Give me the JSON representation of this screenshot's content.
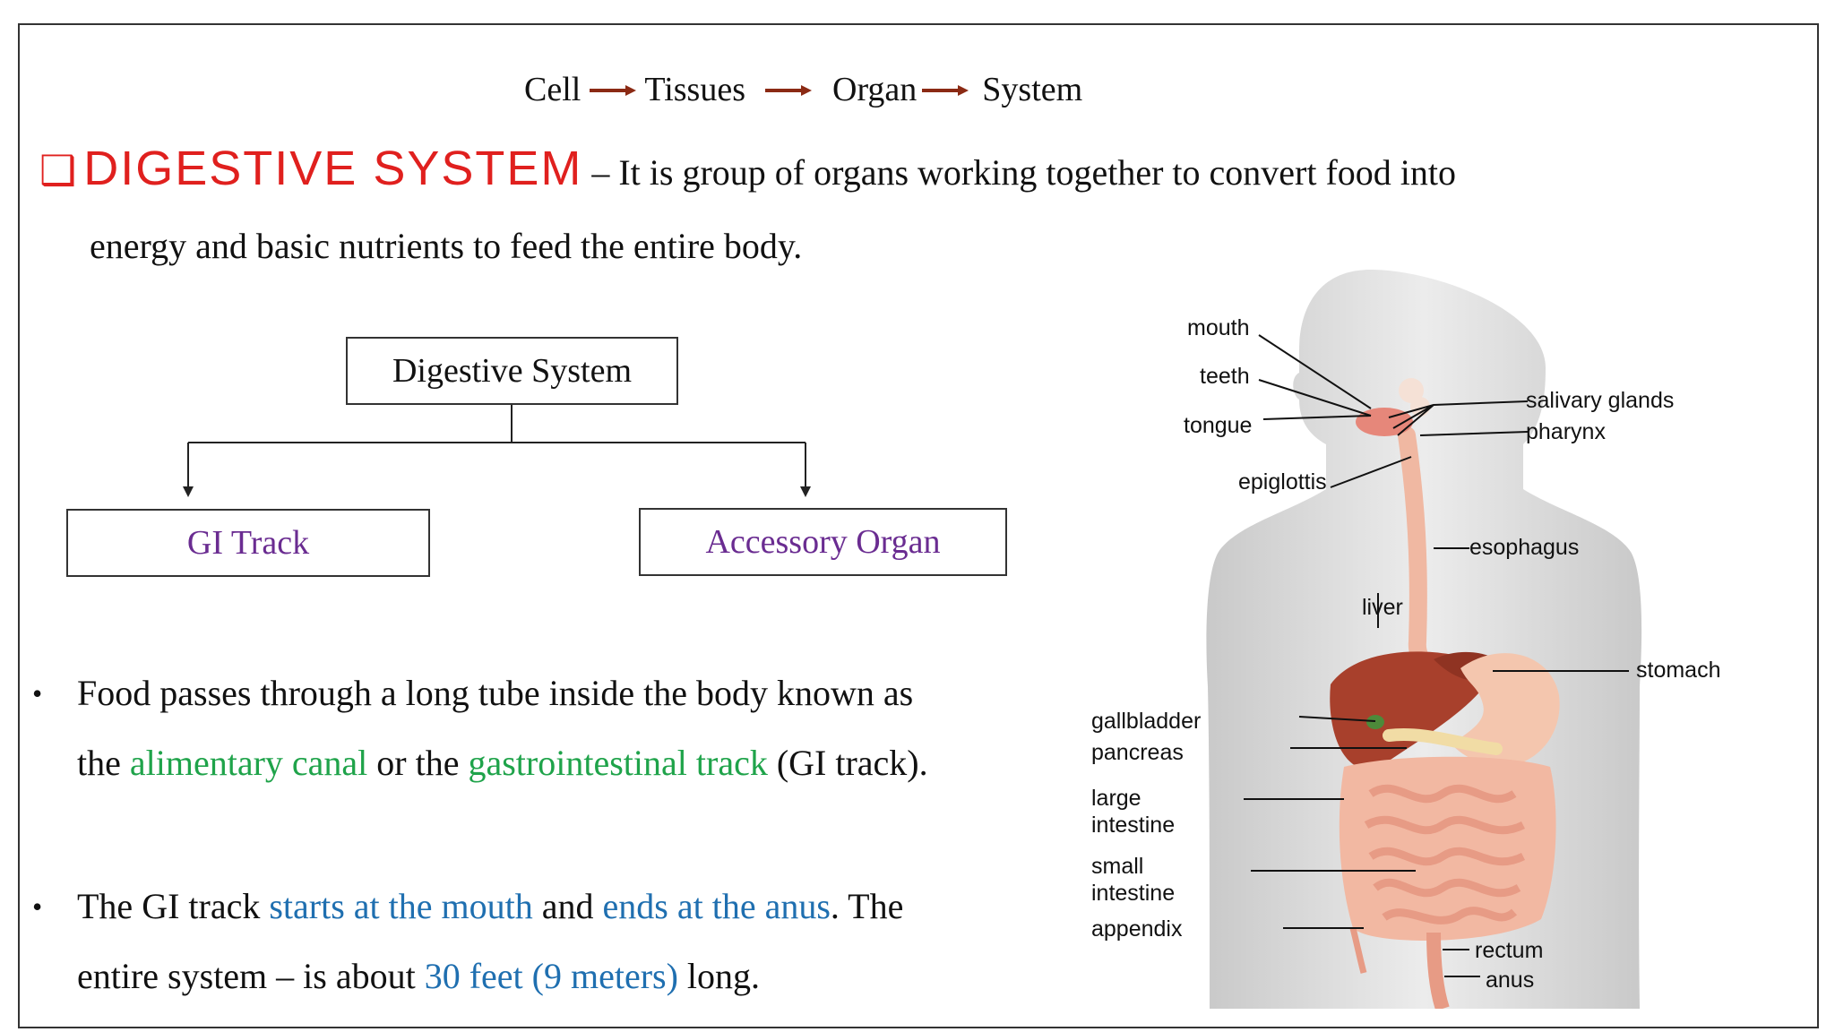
{
  "flow": [
    "Cell",
    "Tissues",
    "Organ",
    "System"
  ],
  "heading": {
    "title": "DIGESTIVE SYSTEM",
    "definition_line1": " – It is group of organs working together to convert food into",
    "definition_line2": "energy and basic nutrients to feed the entire body."
  },
  "tree": {
    "root": "Digestive System",
    "left": "GI Track",
    "right": "Accessory Organ"
  },
  "bullets": {
    "b1": {
      "t1": "Food passes through a long tube inside the body known as",
      "t2": "the ",
      "g1": "alimentary canal",
      "t3": " or the ",
      "g2": "gastrointestinal track",
      "t4": " (GI track)."
    },
    "b2": {
      "t1": "The GI track ",
      "bl1": "starts at the mouth",
      "t2": " and ",
      "bl2": "ends at the anus",
      "t3": ". The",
      "t4": "entire system – is about ",
      "bl3": "30 feet (9 meters)",
      "t5": " long."
    }
  },
  "diagram_labels": {
    "mouth": "mouth",
    "teeth": "teeth",
    "tongue": "tongue",
    "epiglottis": "epiglottis",
    "salivary_glands": "salivary glands",
    "pharynx": "pharynx",
    "esophagus": "esophagus",
    "liver": "liver",
    "stomach": "stomach",
    "gallbladder": "gallbladder",
    "pancreas": "pancreas",
    "large_intestine_1": "large",
    "large_intestine_2": "intestine",
    "small_intestine_1": "small",
    "small_intestine_2": "intestine",
    "appendix": "appendix",
    "rectum": "rectum",
    "anus": "anus"
  },
  "colors": {
    "title_red": "#e0201e",
    "purple": "#6a2c91",
    "green": "#1fa34a",
    "blue": "#1f6fb0",
    "arrow_brown": "#8b2a14"
  }
}
